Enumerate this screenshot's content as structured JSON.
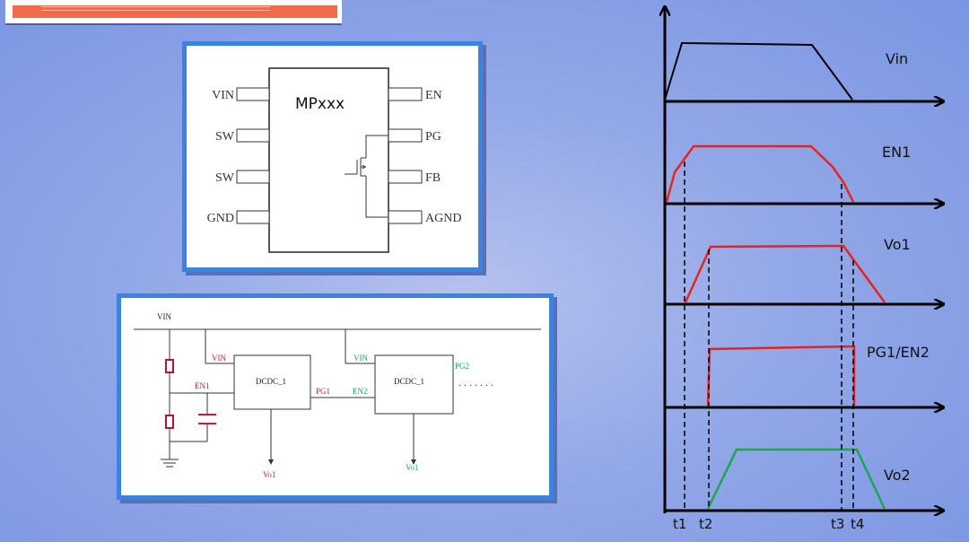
{
  "chip": {
    "name": "MPxxx",
    "left_pins": [
      "VIN",
      "SW",
      "SW",
      "GND"
    ],
    "right_pins": [
      "EN",
      "PG",
      "FB",
      "AGND"
    ]
  },
  "circuit": {
    "rail_label": "VIN",
    "en_label": "EN1",
    "block1": {
      "label": "DCDC_1",
      "vin": "VIN",
      "pg": "PG1",
      "out": "Vo1"
    },
    "block2": {
      "label": "DCDC_1",
      "vin": "VIN",
      "en": "EN2",
      "pg": "PG2",
      "out": "Vo1"
    },
    "continuation": ". . . . . . .",
    "colors": {
      "red": "#d0143c",
      "green": "#18a070"
    }
  },
  "timing": {
    "signals": [
      {
        "name": "Vin",
        "color": "#000000"
      },
      {
        "name": "EN1",
        "color": "#e8231f"
      },
      {
        "name": "Vo1",
        "color": "#e8231f"
      },
      {
        "name": "PG1/EN2",
        "color": "#e8231f"
      },
      {
        "name": "Vo2",
        "color": "#1aa84a"
      }
    ],
    "time_markers": [
      "t1",
      "t2",
      "t3",
      "t4"
    ]
  }
}
